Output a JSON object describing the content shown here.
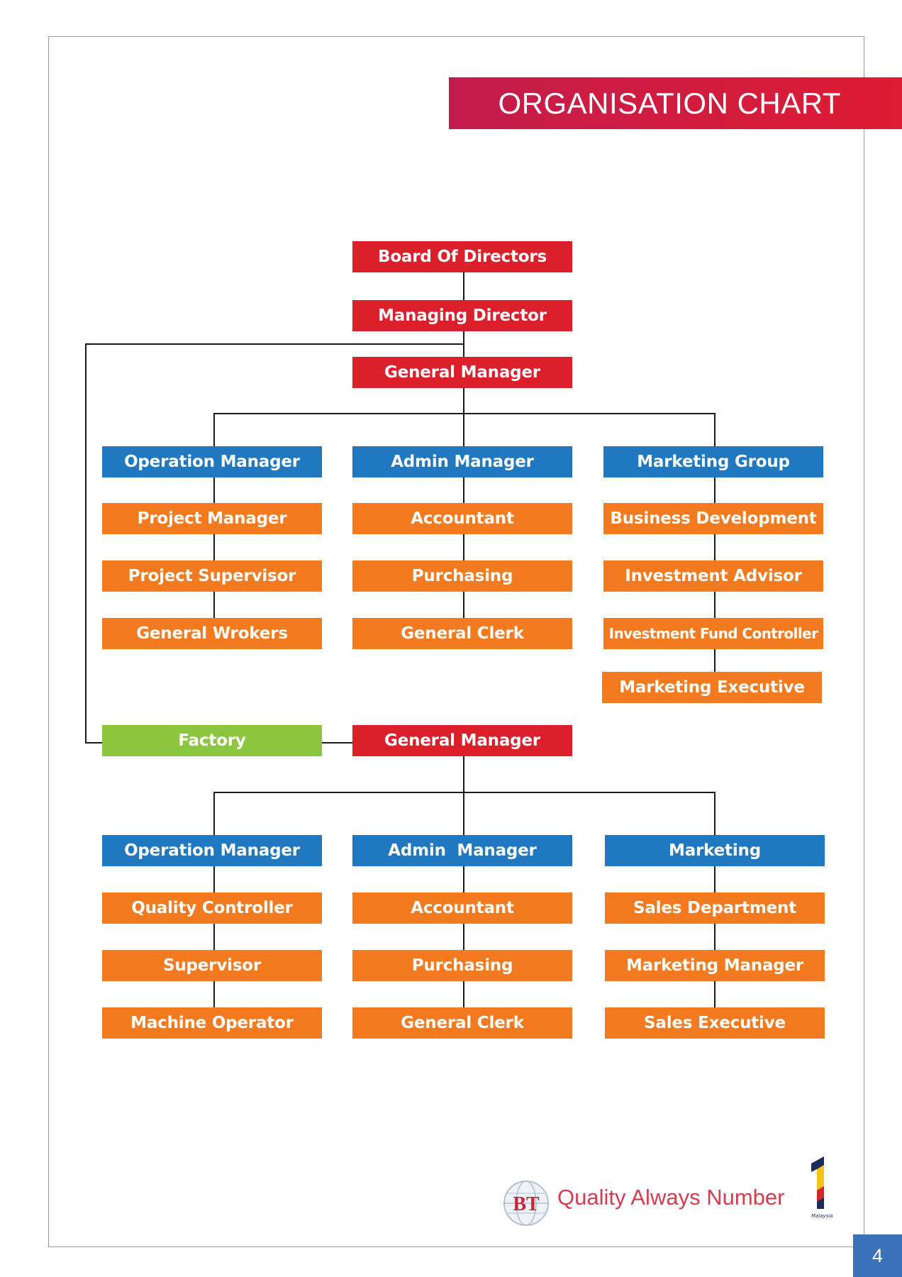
{
  "title": "ORGANISATION CHART",
  "page_number": "4",
  "colors": {
    "executive": "#db1f2b",
    "manager": "#1f78c0",
    "staff": "#f47a20",
    "factory": "#8cc63f",
    "banner": "#d01c3c",
    "page_badge": "#3a73bb"
  },
  "top": {
    "board": "Board Of Directors",
    "managing_director": "Managing Director",
    "general_manager": "General Manager"
  },
  "hq": {
    "operation": {
      "head": "Operation Manager",
      "staff": [
        "Project Manager",
        "Project Supervisor",
        "General Wrokers"
      ]
    },
    "admin": {
      "head": "Admin Manager",
      "staff": [
        "Accountant",
        "Purchasing",
        "General Clerk"
      ]
    },
    "marketing": {
      "head": "Marketing Group",
      "staff": [
        "Business Development",
        "Investment  Advisor",
        "Investment  Fund Controller",
        "Marketing Executive"
      ]
    }
  },
  "factory": {
    "label": "Factory",
    "general_manager": "General Manager",
    "operation": {
      "head": "Operation Manager",
      "staff": [
        "Quality Controller",
        "Supervisor",
        "Machine Operator"
      ]
    },
    "admin": {
      "head": "Admin  Manager",
      "staff": [
        "Accountant",
        "Purchasing",
        "General Clerk"
      ]
    },
    "marketing": {
      "head": "Marketing",
      "staff": [
        "Sales Department",
        "Marketing Manager",
        "Sales Executive"
      ]
    }
  },
  "footer": {
    "logo_initials": "BT",
    "tagline": "Quality Always Number",
    "badge_number": "1",
    "badge_caption": "Malaysia"
  }
}
